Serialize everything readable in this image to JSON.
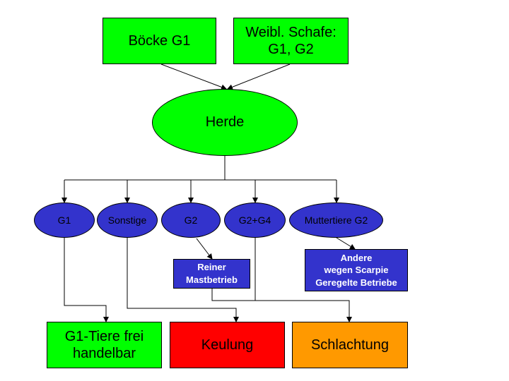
{
  "colors": {
    "green": "#00ff00",
    "navy": "#3333cc",
    "red": "#ff0000",
    "orange": "#ff9900",
    "line": "#000000"
  },
  "nodes": {
    "boecke": {
      "label": "Böcke G1"
    },
    "weibl": {
      "line1": "Weibl. Schafe:",
      "line2": "G1, G2"
    },
    "herde": {
      "label": "Herde"
    },
    "g1": {
      "label": "G1"
    },
    "sonstige": {
      "label": "Sonstige"
    },
    "g2": {
      "label": "G2"
    },
    "g2g4": {
      "label": "G2+G4"
    },
    "muttertiere": {
      "label": "Muttertiere G2"
    },
    "reiner": {
      "line1": "Reiner",
      "line2": "Mastbetrieb"
    },
    "andere": {
      "line1": "Andere",
      "line2": "wegen Scarpie",
      "line3": "Geregelte Betriebe"
    },
    "frei": {
      "line1": "G1-Tiere frei",
      "line2": "handelbar"
    },
    "keulung": {
      "label": "Keulung"
    },
    "schlachtung": {
      "label": "Schlachtung"
    }
  }
}
